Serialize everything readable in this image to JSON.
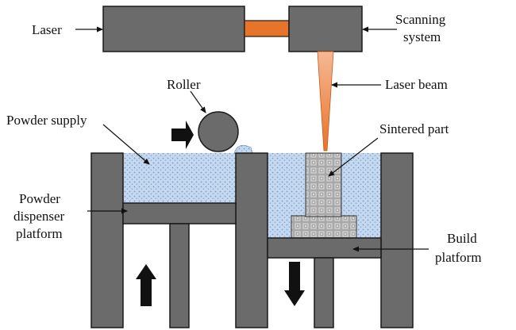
{
  "labels": {
    "laser": "Laser",
    "scanning_system_line1": "Scanning",
    "scanning_system_line2": "system",
    "laser_beam": "Laser beam",
    "roller": "Roller",
    "powder_supply": "Powder supply",
    "sintered_part": "Sintered part",
    "powder_dispenser_line1": "Powder",
    "powder_dispenser_line2": "dispenser",
    "powder_dispenser_line3": "platform",
    "build_platform_line1": "Build",
    "build_platform_line2": "platform"
  },
  "colors": {
    "machine_gray": "#6b6b6b",
    "connector_orange": "#e8732a",
    "beam_orange": "#f08a4b",
    "powder_blue": "#c4d9ef",
    "powder_dot": "#7a99c6",
    "part_gray": "#a8a8a8",
    "outline": "#1a1a1a"
  },
  "icons": {
    "push_arrow": "arrow-right-icon",
    "supply_motion": "arrow-up-icon",
    "build_motion": "arrow-down-icon"
  }
}
